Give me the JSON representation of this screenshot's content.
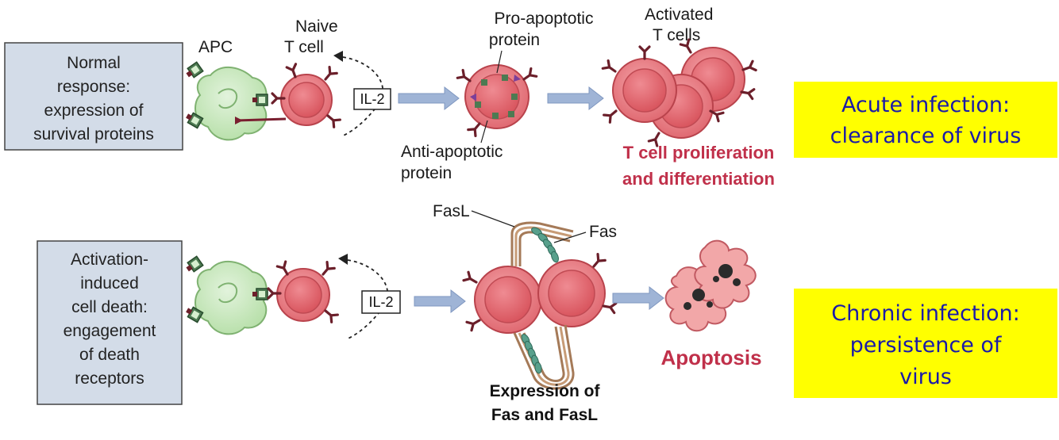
{
  "colors": {
    "box_bg": "#d3dce8",
    "yellow_box": "#ffff00",
    "yellow_text": "#1a1aa8",
    "red_label": "#c0304a",
    "cell_fill": "#e8737a",
    "apc_fill": "#c9e8bf",
    "arrow_fill": "#9fb4d6",
    "receptor": "#6b1f2a"
  },
  "top": {
    "box_lines": [
      "Normal",
      "response:",
      "expression of",
      "survival proteins"
    ],
    "apc_label": "APC",
    "naive_label_lines": [
      "Naive",
      "T cell"
    ],
    "il2": "IL-2",
    "pro_apoptotic_lines": [
      "Pro-apoptotic",
      "protein"
    ],
    "anti_apoptotic_lines": [
      "Anti-apoptotic",
      "protein"
    ],
    "activated_lines": [
      "Activated",
      "T cells"
    ],
    "result_lines": [
      "T cell proliferation",
      "and differentiation"
    ],
    "yellow_lines": [
      "Acute infection:",
      "clearance of virus"
    ]
  },
  "bottom": {
    "box_lines": [
      "Activation-",
      "induced",
      "cell death:",
      "engagement",
      "of death",
      "receptors"
    ],
    "il2": "IL-2",
    "fasl_label": "FasL",
    "fas_label": "Fas",
    "expression_lines": [
      "Expression of",
      "Fas and FasL"
    ],
    "apoptosis_label": "Apoptosis",
    "yellow_lines": [
      "Chronic infection:",
      "persistence of",
      "virus"
    ]
  }
}
